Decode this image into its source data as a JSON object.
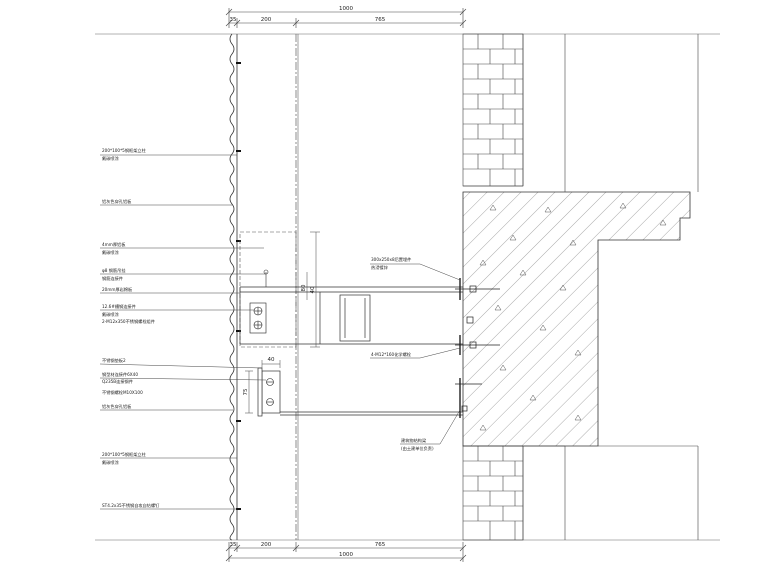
{
  "dimensions": {
    "top": {
      "wall": "35",
      "frame": "200",
      "span": "765",
      "total": "1000"
    },
    "bottom": {
      "wall": "35",
      "frame": "200",
      "span": "765",
      "total": "1000"
    },
    "bracket_width": "40",
    "bracket_height": "75",
    "beam_height_a": "80",
    "beam_height_b": "40"
  },
  "left_labels": [
    {
      "line1": "200*100*5钢框架立柱",
      "line2": "氟碳喷涂"
    },
    {
      "line1": "铝灰色穿孔铝板"
    },
    {
      "line1": "4mm厚铝板",
      "line2": "氟碳喷涂"
    },
    {
      "line1": "φ8 钢筋吊挂",
      "line2": "钢筋连接件"
    },
    {
      "line1": "20mm厚岩棉板"
    },
    {
      "line1": "12.6#槽钢连接件",
      "line2": "氟碳喷涂",
      "line3": "2-M12x350不锈钢螺栓组件"
    },
    {
      "line1": "不锈钢垫板2"
    },
    {
      "line1": "钢型材连接件6X40",
      "line2": "Q235B连接钢件",
      "line3": "不锈钢螺栓M10X100"
    },
    {
      "line1": "铝灰色穿孔铝板"
    },
    {
      "line1": "200*100*5钢框架立柱",
      "line2": "氟碳喷涂"
    },
    {
      "line1": "ST4.2x35不锈钢自攻自钻螺钉"
    }
  ],
  "right_labels": [
    {
      "line1": "300x250x8后置埋件",
      "line2": "热浸镀锌"
    },
    {
      "line1": "4-M12*160化学螺栓"
    },
    {
      "line1": "建筑物结构梁",
      "line2": "(由土建单位负责)"
    }
  ]
}
